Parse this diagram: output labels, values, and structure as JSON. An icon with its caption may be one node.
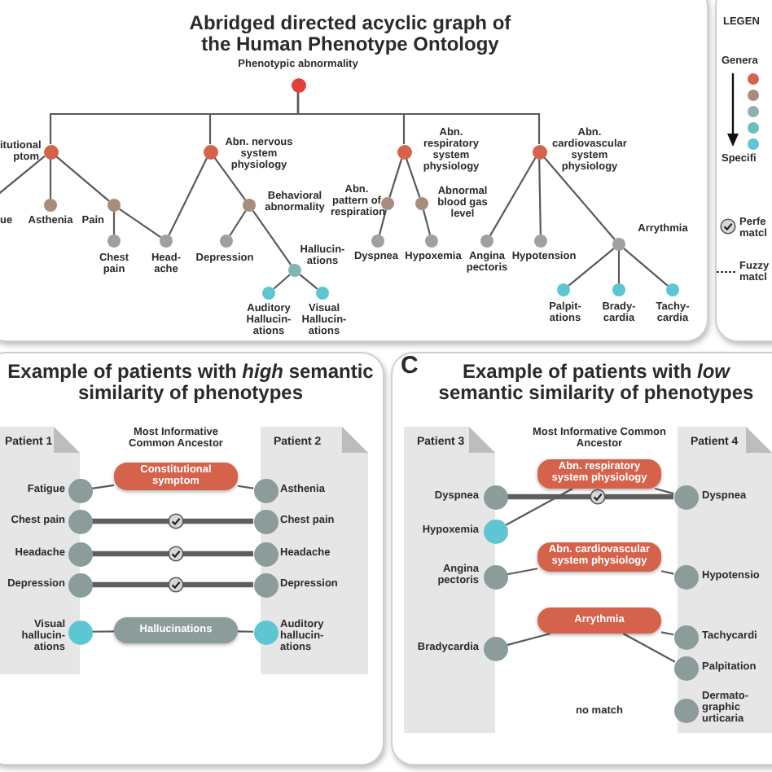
{
  "diagram": {
    "nodes": [
      {
        "text": [],
        "shape": "circle",
        "beside": [
          "Phenotypic abnormality"
        ]
      },
      {
        "text": [],
        "shape": "circle",
        "beside": [
          "itutional ptom"
        ]
      },
      {
        "text": [],
        "shape": "circle",
        "beside": [
          "Abn. nervous system physiology"
        ]
      },
      {
        "text": [],
        "shape": "circle",
        "beside": [
          "Abn. respiratory system physiology"
        ]
      },
      {
        "text": [],
        "shape": "circle",
        "beside": [
          "Abn. cardiovascular system physiology"
        ]
      },
      {
        "text": [],
        "shape": "circle",
        "beside": [
          "Asthenia"
        ]
      },
      {
        "text": [],
        "shape": "circle",
        "beside": [
          "Pain"
        ]
      },
      {
        "text": [],
        "shape": "circle",
        "beside": [
          "Chest pain"
        ]
      },
      {
        "text": [],
        "shape": "circle",
        "beside": [
          "Head- ache"
        ]
      },
      {
        "text": [],
        "shape": "circle",
        "beside": [
          "Behavioral abnormality"
        ]
      },
      {
        "text": [],
        "shape": "circle",
        "beside": [
          "Depression"
        ]
      },
      {
        "text": [],
        "shape": "circle",
        "beside": [
          "Hallucin- ations"
        ]
      },
      {
        "text": [],
        "shape": "circle",
        "beside": [
          "Auditory Hallucin- ations"
        ]
      },
      {
        "text": [],
        "shape": "circle",
        "beside": [
          "Visual Hallucin- ations"
        ]
      },
      {
        "text": [],
        "shape": "circle",
        "beside": [
          "Abn. pattern of respiration"
        ]
      },
      {
        "text": [],
        "shape": "circle",
        "beside": [
          "Abnormal blood gas level"
        ]
      },
      {
        "text": [],
        "shape": "circle",
        "beside": [
          "Dyspnea"
        ]
      },
      {
        "text": [],
        "shape": "circle",
        "beside": [
          "Hypoxemia"
        ]
      },
      {
        "text": [],
        "shape": "circle",
        "beside": [
          "Angina pectoris"
        ]
      },
      {
        "text": [],
        "shape": "circle",
        "beside": [
          "Hypotension"
        ]
      },
      {
        "text": [],
        "shape": "circle",
        "beside": [
          "Arrythmia"
        ]
      },
      {
        "text": [],
        "shape": "circle",
        "beside": [
          "Palpit- ations"
        ]
      },
      {
        "text": [],
        "shape": "circle",
        "beside": [
          "Brady- cardia"
        ]
      },
      {
        "text": [],
        "shape": "circle",
        "beside": [
          "Tachy- cardia"
        ]
      },
      {
        "text": [
          "Patient 1"
        ]
      },
      {
        "text": [
          "Patient 2"
        ]
      },
      {
        "text": [],
        "shape": "circle",
        "beside": [
          "Fatigue"
        ]
      },
      {
        "text": [
          "Constitutional symptom"
        ]
      },
      {
        "text": [],
        "shape": "circle",
        "beside": [
          "Asthenia"
        ]
      },
      {
        "text": [],
        "shape": "circle",
        "beside": [
          "Chest pain"
        ]
      },
      {
        "text": [],
        "shape": "circle",
        "beside": [
          "Chest pain"
        ]
      },
      {
        "text": [],
        "shape": "circle",
        "beside": [
          "Headache"
        ]
      },
      {
        "text": [],
        "shape": "circle",
        "beside": [
          "Headache"
        ]
      },
      {
        "text": [],
        "shape": "circle",
        "beside": [
          "Depression"
        ]
      },
      {
        "text": [],
        "shape": "circle",
        "beside": [
          "Depression"
        ]
      },
      {
        "text": [],
        "shape": "circle",
        "beside": [
          "Visual hallucin- ations"
        ]
      },
      {
        "text": [
          "Hallucinations"
        ]
      },
      {
        "text": [],
        "shape": "circle",
        "beside": [
          "Auditory hallucin- ations"
        ]
      },
      {
        "text": [
          "Patient 3"
        ]
      },
      {
        "text": [
          "Patient 4"
        ]
      },
      {
        "text": [],
        "shape": "circle",
        "beside": [
          "Dyspnea"
        ]
      },
      {
        "text": [
          "Abn. respiratory system physiology"
        ]
      },
      {
        "text": [],
        "shape": "circle",
        "beside": [
          "Dyspnea"
        ]
      },
      {
        "text": [],
        "shape": "circle",
        "beside": [
          "Hypoxemia"
        ]
      },
      {
        "text": [],
        "shape": "circle",
        "beside": [
          "Angina pectoris"
        ]
      },
      {
        "text": [
          "Abn. cardiovascular system physiology"
        ]
      },
      {
        "text": [],
        "shape": "circle",
        "beside": [
          "Hypotensio"
        ]
      },
      {
        "text": [
          "Arrythmia"
        ]
      },
      {
        "text": [],
        "shape": "circle",
        "beside": [
          "Bradycardia"
        ]
      },
      {
        "text": [],
        "shape": "circle",
        "beside": [
          "Tachycardi"
        ]
      },
      {
        "text": [],
        "shape": "circle",
        "beside": [
          "Palpitation"
        ]
      },
      {
        "text": [],
        "shape": "circle",
        "beside": [
          "Dermato- graphic urticaria"
        ]
      }
    ],
    "edges": [
      {
        "from": 0,
        "to": 1,
        "arrow": "none"
      },
      {
        "from": 0,
        "to": 2,
        "arrow": "none"
      },
      {
        "from": 0,
        "to": 3,
        "arrow": "none"
      },
      {
        "from": 0,
        "to": 4,
        "arrow": "none"
      },
      {
        "from": 1,
        "to": null,
        "arrow": "none"
      },
      {
        "from": 1,
        "to": 5,
        "arrow": "none"
      },
      {
        "from": 1,
        "to": 6,
        "arrow": "none"
      },
      {
        "from": 6,
        "to": 7,
        "arrow": "none"
      },
      {
        "from": 6,
        "to": 8,
        "arrow": "none"
      },
      {
        "from": 2,
        "to": 8,
        "arrow": "none"
      },
      {
        "from": 2,
        "to": 9,
        "arrow": "none"
      },
      {
        "from": 9,
        "to": 10,
        "arrow": "none"
      },
      {
        "from": 9,
        "to": 11,
        "arrow": "none"
      },
      {
        "from": 11,
        "to": 12,
        "arrow": "none"
      },
      {
        "from": 11,
        "to": 13,
        "arrow": "none"
      },
      {
        "from": 3,
        "to": 14,
        "arrow": "none"
      },
      {
        "from": 3,
        "to": 15,
        "arrow": "none"
      },
      {
        "from": 14,
        "to": 16,
        "arrow": "none"
      },
      {
        "from": 15,
        "to": 17,
        "arrow": "none"
      },
      {
        "from": 4,
        "to": 18,
        "arrow": "none"
      },
      {
        "from": 4,
        "to": 19,
        "arrow": "none"
      },
      {
        "from": 4,
        "to": 20,
        "arrow": "none"
      },
      {
        "from": 20,
        "to": 21,
        "arrow": "none"
      },
      {
        "from": 20,
        "to": 22,
        "arrow": "none"
      },
      {
        "from": 20,
        "to": 23,
        "arrow": "none"
      },
      {
        "from": 26,
        "to": 27,
        "arrow": "none"
      },
      {
        "from": 27,
        "to": 28,
        "arrow": "none"
      },
      {
        "from": 29,
        "to": 30,
        "arrow": "none",
        "style": "thick"
      },
      {
        "from": 31,
        "to": 32,
        "arrow": "none",
        "style": "thick"
      },
      {
        "from": 33,
        "to": 34,
        "arrow": "none",
        "style": "thick"
      },
      {
        "from": 35,
        "to": 36,
        "arrow": "none"
      },
      {
        "from": 36,
        "to": 37,
        "arrow": "none"
      },
      {
        "from": 40,
        "to": 42,
        "arrow": "none",
        "style": "thick"
      },
      {
        "from": 43,
        "to": 41,
        "arrow": "none"
      },
      {
        "from": 41,
        "to": 42,
        "arrow": "none"
      },
      {
        "from": 44,
        "to": 45,
        "arrow": "none"
      },
      {
        "from": 45,
        "to": 46,
        "arrow": "none"
      },
      {
        "from": 48,
        "to": 47,
        "arrow": "none"
      },
      {
        "from": 47,
        "to": 49,
        "arrow": "none"
      },
      {
        "from": 47,
        "to": 50,
        "arrow": "none"
      }
    ],
    "labels": [
      "Abridged directed acyclic graph of the Human Phenotype Ontology",
      "ue",
      "LEGEN",
      "Genera",
      "Specifi",
      "Example of patients with *high* semantic similarity of phenotypes",
      "Most Informative Common Ancestor",
      "C",
      "Example of patients with *low* semantic similarity of phenotypes",
      "Most Informative Common Ancestor",
      "no match"
    ],
    "legend": [
      {
        "text": "Perfe matcl"
      },
      {
        "text": "Fuzzy matcl"
      }
    ]
  }
}
